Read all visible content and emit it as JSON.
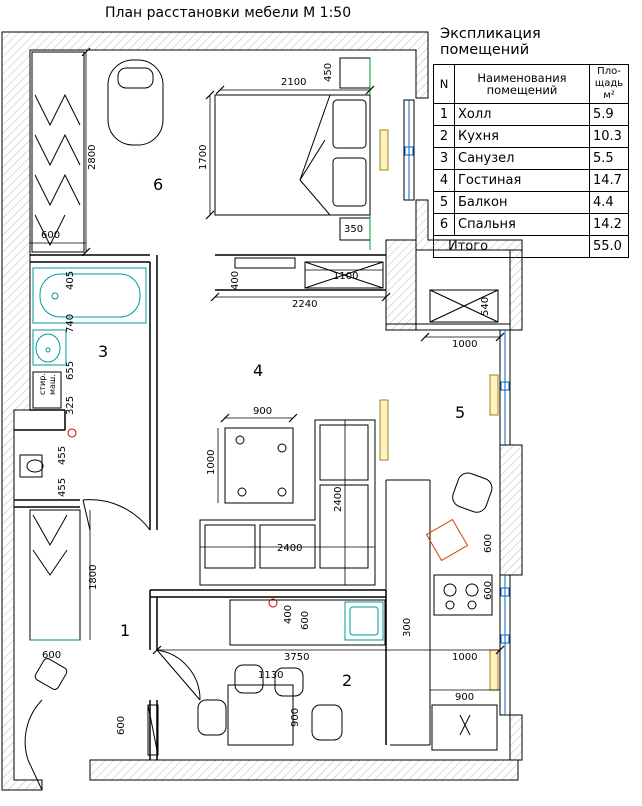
{
  "title": "План расстановки мебели М 1:50",
  "explication": {
    "title": "Экспликация помещений",
    "headers": {
      "n": "N",
      "name_line1": "Наименования",
      "name_line2": "помещений",
      "area_line1": "Пло-",
      "area_line2": "щадь",
      "area_unit": "м²"
    },
    "rows": [
      {
        "n": "1",
        "name": "Холл",
        "area": "5.9"
      },
      {
        "n": "2",
        "name": "Кухня",
        "area": "10.3"
      },
      {
        "n": "3",
        "name": "Санузел",
        "area": "5.5"
      },
      {
        "n": "4",
        "name": "Гостиная",
        "area": "14.7"
      },
      {
        "n": "5",
        "name": "Балкон",
        "area": "4.4"
      },
      {
        "n": "6",
        "name": "Спальня",
        "area": "14.2"
      }
    ],
    "total_label": "Итого",
    "total_value": "55.0"
  },
  "rooms": {
    "r1": "1",
    "r2": "2",
    "r3": "3",
    "r4": "4",
    "r5": "5",
    "r6": "6"
  },
  "dims": {
    "bed_w": "2100",
    "bed_h": "1700",
    "d450": "450",
    "d350": "350",
    "d2800": "2800",
    "d600_bed": "600",
    "d400_corr": "400",
    "d1100": "1100",
    "d2240": "2240",
    "d540": "540",
    "d405": "405",
    "d740": "740",
    "d655": "655",
    "d325": "325",
    "d455a": "455",
    "d455b": "455",
    "d1000_bal": "1000",
    "d900_tab": "900",
    "d1000_tab": "1000",
    "d2400_v": "2400",
    "d2400_h": "2400",
    "d600_bal": "600",
    "d600_bal2": "600",
    "d1800": "1800",
    "d600_hall": "600",
    "d600_hall2": "600",
    "d400_k": "400",
    "d600_k": "600",
    "d300": "300",
    "d3750": "3750",
    "d1000_k": "1000",
    "d1130": "1130",
    "d900_ch": "900",
    "d900_k": "900"
  },
  "washer": {
    "line1": "стир.",
    "line2": "маш."
  }
}
